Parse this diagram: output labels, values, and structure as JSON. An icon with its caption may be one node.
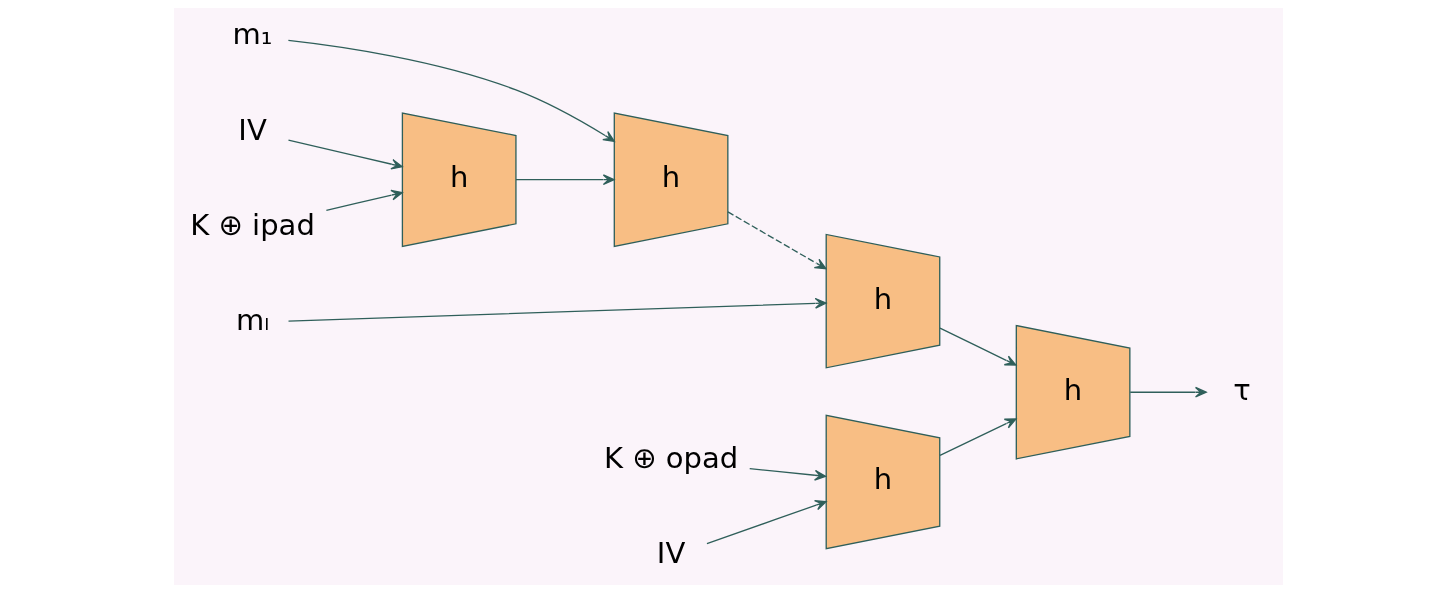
{
  "diagram": {
    "nodes": [
      {
        "text": [
          "K ⊕ ipad"
        ]
      },
      {
        "text": [
          "m₁"
        ]
      },
      {
        "text": [
          "mₗ"
        ]
      },
      {
        "text": [
          "IV"
        ]
      },
      {
        "text": [
          "h"
        ]
      },
      {
        "text": [
          "h"
        ]
      },
      {
        "text": [
          "h"
        ]
      },
      {
        "text": [
          "K ⊕ opad"
        ]
      },
      {
        "text": [
          "IV"
        ]
      },
      {
        "text": [
          "h"
        ]
      },
      {
        "text": [
          "h"
        ]
      },
      {
        "text": [
          "τ"
        ]
      }
    ],
    "edges": [
      {
        "from": 0,
        "to": 4,
        "arrow": "to"
      },
      {
        "from": 3,
        "to": 4,
        "arrow": "to"
      },
      {
        "from": 1,
        "to": 5,
        "arrow": "to"
      },
      {
        "from": 4,
        "to": 5,
        "arrow": "to"
      },
      {
        "from": 2,
        "to": 6,
        "arrow": "to"
      },
      {
        "from": 5,
        "to": 6,
        "arrow": "to",
        "style": "dashed"
      },
      {
        "from": 7,
        "to": 9,
        "arrow": "to"
      },
      {
        "from": 8,
        "to": 9,
        "arrow": "to"
      },
      {
        "from": 6,
        "to": 10,
        "arrow": "to"
      },
      {
        "from": 9,
        "to": 10,
        "arrow": "to"
      },
      {
        "from": 10,
        "to": 11,
        "arrow": "to"
      }
    ]
  }
}
